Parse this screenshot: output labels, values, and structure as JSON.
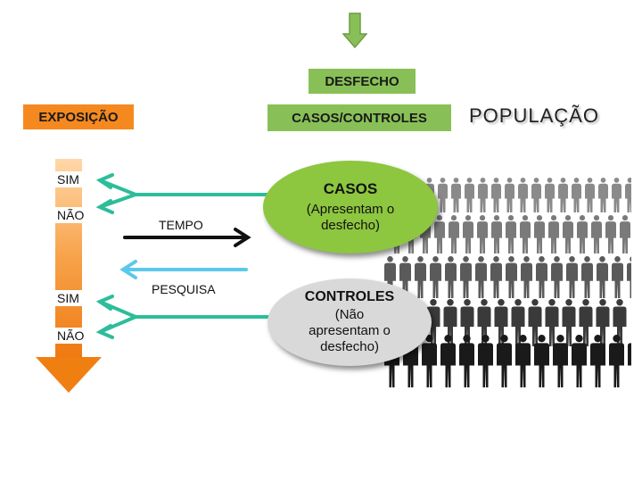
{
  "labels": {
    "desfecho": "DESFECHO",
    "exposicao": "EXPOSIÇÃO",
    "casos_controles": "CASOS/CONTROLES",
    "populacao": "POPULAÇÃO",
    "sim_1": "SIM",
    "nao_1": "NÃO",
    "sim_2": "SIM",
    "nao_2": "NÃO",
    "tempo": "TEMPO",
    "pesquisa": "PESQUISA"
  },
  "casos": {
    "title": "CASOS",
    "line1": "(Apresentam o",
    "line2": "desfecho)"
  },
  "controles": {
    "title": "CONTROLES",
    "line1": "(Não",
    "line2": "apresentam o",
    "line3": "desfecho)"
  },
  "colors": {
    "green_box": "#88c057",
    "orange": "#f5891f",
    "teal": "#2cbd9a",
    "light_blue": "#5bc8ec",
    "casos_fill": "#8dc63f",
    "controles_fill": "#d9d9d9"
  }
}
